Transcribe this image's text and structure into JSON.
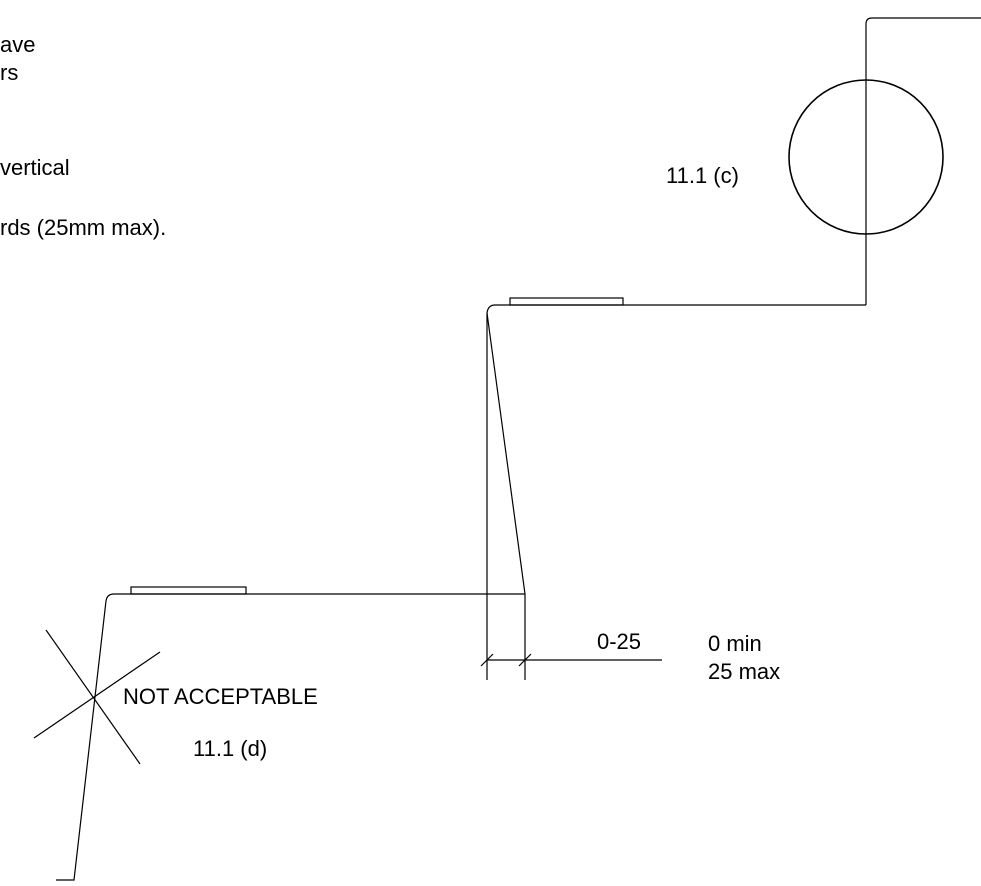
{
  "notes": [
    "ave",
    "rs",
    "vertical",
    "rds (25mm max)."
  ],
  "labels": {
    "detail_c": "11.1 (c)",
    "not_acceptable": "NOT ACCEPTABLE",
    "detail_d": "11.1 (d)",
    "dimension": "0-25",
    "min": "0 min",
    "max": "25 max"
  },
  "colors": {
    "line": "#000000",
    "background": "#ffffff"
  }
}
